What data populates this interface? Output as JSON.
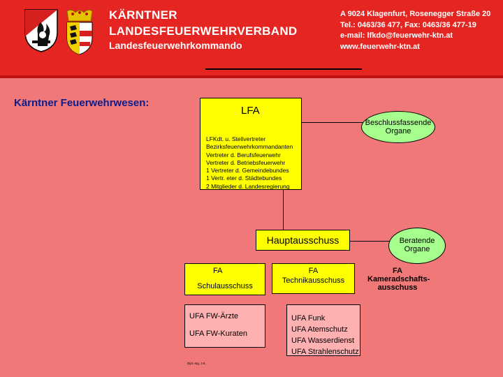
{
  "header": {
    "org_line1": "KÄRNTNER",
    "org_line2": "LANDESFEUERWEHRVERBAND",
    "org_line3": "Landesfeuerwehrkommando",
    "contact": [
      "A 9024 Klagenfurt, Rosenegger Straße 20",
      "Tel.: 0463/36 477, Fax: 0463/36 477-19",
      "e-mail: lfkdo@feuerwehr-ktn.at",
      "www.feuerwehr-ktn.at"
    ]
  },
  "page_heading": "Kärntner Feuerwehrwesen:",
  "lfa": {
    "title": "LFA",
    "members": [
      "LFKdt. u. Stellvertreter",
      "Bezirksfeuerwehrkommandanten",
      "Vertreter d. Berufsfeuerwehr",
      "Vertreter d. Betriebsfeuerwehr",
      "1 Vertreter d. Gemeindebundes",
      "1 Vertr. eter d. Städtebundes",
      "2 Mitglieder d. Landesregierung"
    ]
  },
  "beschluss": {
    "line1": "Beschlussfassende",
    "line2": "Organe"
  },
  "hauptausschuss": {
    "title": "Hauptausschuss"
  },
  "beratende": {
    "line1": "Beratende",
    "line2": "Organe"
  },
  "fa_schul": {
    "line1": "FA",
    "line2": "Schulausschuss"
  },
  "fa_technik": {
    "line1": "FA",
    "line2": "Technikausschuss"
  },
  "fa_kamerad": {
    "line1": "FA",
    "line2": "Kameradschafts-",
    "line3": "ausschuss"
  },
  "ufa_left": [
    "UFA FW-Ärzte",
    "UFA FW-Kuraten"
  ],
  "ufa_right": [
    "UFA Funk",
    "UFA Atemschutz",
    "UFA Wasserdienst",
    "UFA Strahlenschutz"
  ],
  "footnote": "Dipl.-Ing. J.K.",
  "colors": {
    "background": "#f07878",
    "header": "#e52521",
    "yellow_box": "#ffff00",
    "pink_box": "#ffb0b0",
    "ellipse": "#a6ff8c",
    "heading": "#0b1c8c"
  },
  "icons": [
    "fire-brigade-shield-logo",
    "carinthia-coat-of-arms",
    "austria-flag-shield"
  ]
}
